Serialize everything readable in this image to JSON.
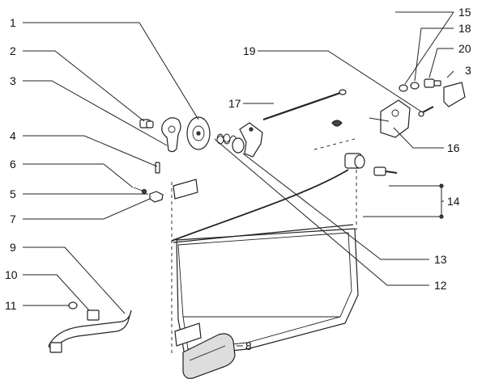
{
  "callouts": [
    {
      "id": "1",
      "label": "1"
    },
    {
      "id": "2",
      "label": "2"
    },
    {
      "id": "3",
      "label": "3"
    },
    {
      "id": "4",
      "label": "4"
    },
    {
      "id": "6",
      "label": "6"
    },
    {
      "id": "5",
      "label": "5"
    },
    {
      "id": "7",
      "label": "7"
    },
    {
      "id": "9",
      "label": "9"
    },
    {
      "id": "10",
      "label": "10"
    },
    {
      "id": "11",
      "label": "11"
    },
    {
      "id": "8",
      "label": "8"
    },
    {
      "id": "17",
      "label": "17"
    },
    {
      "id": "19",
      "label": "19"
    },
    {
      "id": "15",
      "label": "15"
    },
    {
      "id": "18",
      "label": "18"
    },
    {
      "id": "20",
      "label": "20"
    },
    {
      "id": "3b",
      "label": "3"
    },
    {
      "id": "16",
      "label": "16"
    },
    {
      "id": "14",
      "label": "14"
    },
    {
      "id": "13",
      "label": "13"
    },
    {
      "id": "12",
      "label": "12"
    }
  ]
}
